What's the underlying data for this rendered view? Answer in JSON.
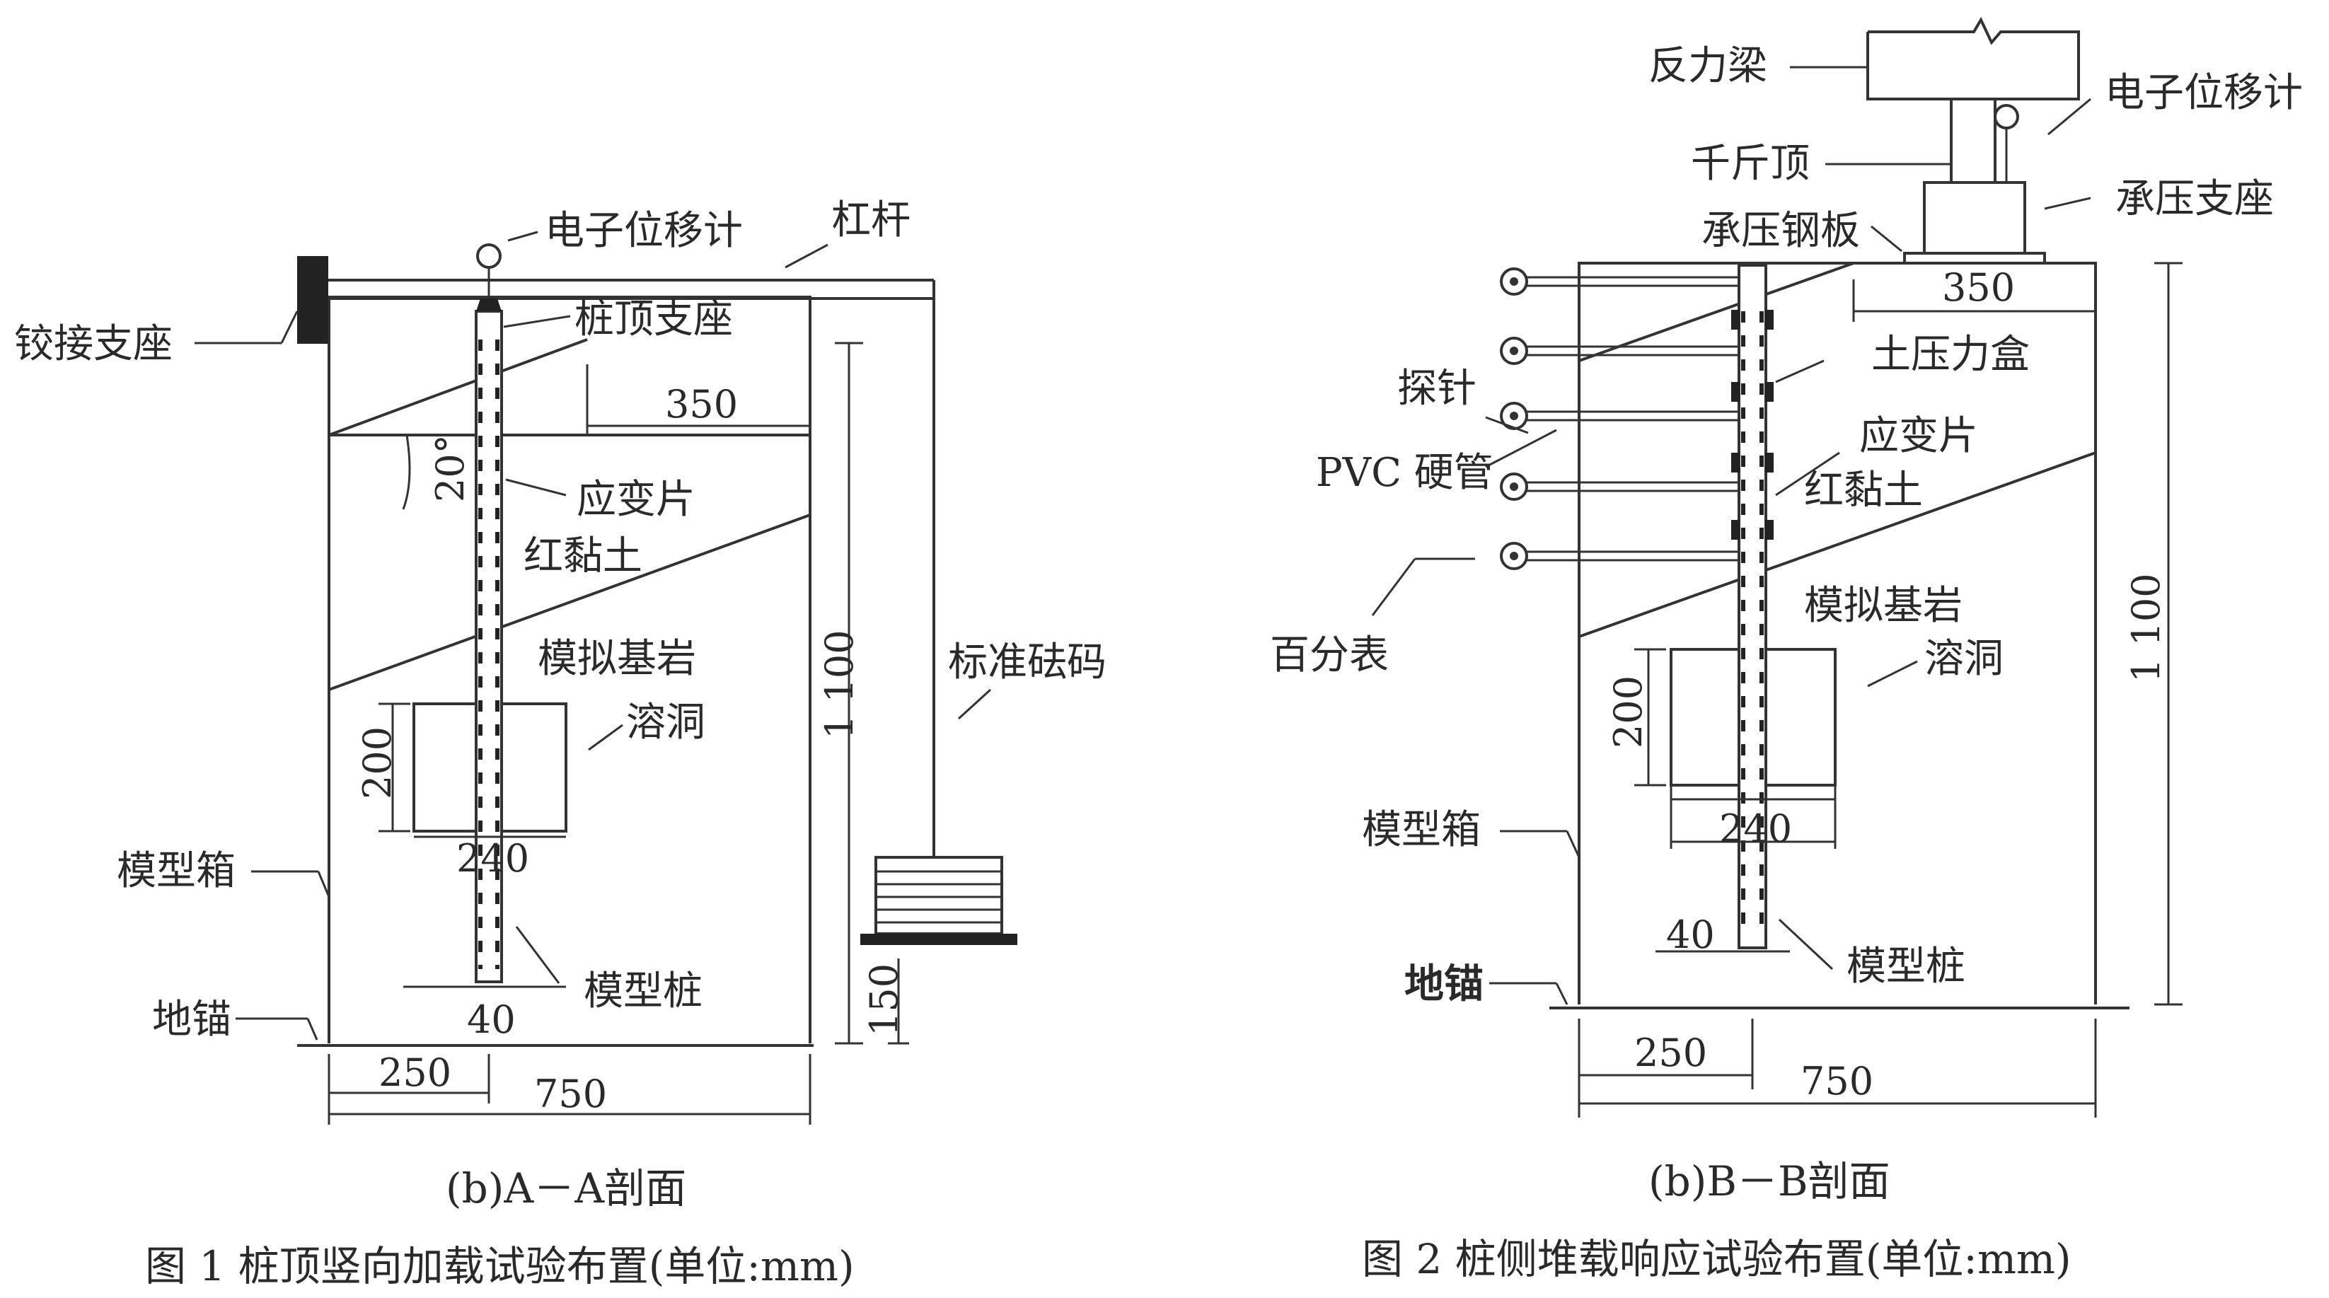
{
  "fig1": {
    "labels": {
      "hinge": "铰接支座",
      "displacement": "电子位移计",
      "lever": "杠杆",
      "pile_cap": "桩顶支座",
      "strain": "应变片",
      "clay": "红黏土",
      "rock": "模拟基岩",
      "cave": "溶洞",
      "box": "模型箱",
      "anchor": "地锚",
      "pile": "模型桩",
      "weight": "标准砝码"
    },
    "dims": {
      "d350": "350",
      "angle": "20°",
      "h1100": "1 100",
      "h200": "200",
      "w240": "240",
      "d40": "40",
      "h150": "150",
      "d250": "250",
      "w750": "750"
    },
    "subcaption": "(b)A－A剖面",
    "caption": "图 1   桩顶竖向加载试验布置(单位:mm)"
  },
  "fig2": {
    "labels": {
      "beam": "反力梁",
      "displacement": "电子位移计",
      "jack": "千斤顶",
      "bearing": "承压支座",
      "plate": "承压钢板",
      "cell": "土压力盒",
      "probe": "探针",
      "strain": "应变片",
      "pvc": "PVC 硬管",
      "clay": "红黏土",
      "gauge": "百分表",
      "rock": "模拟基岩",
      "cave": "溶洞",
      "box": "模型箱",
      "anchor": "地锚",
      "pile": "模型桩"
    },
    "dims": {
      "d350": "350",
      "h1100": "1 100",
      "h200": "200",
      "w240": "240",
      "d40": "40",
      "d250": "250",
      "w750": "750"
    },
    "subcaption": "(b)B－B剖面",
    "caption": "图 2   桩侧堆载响应试验布置(单位:mm)"
  }
}
